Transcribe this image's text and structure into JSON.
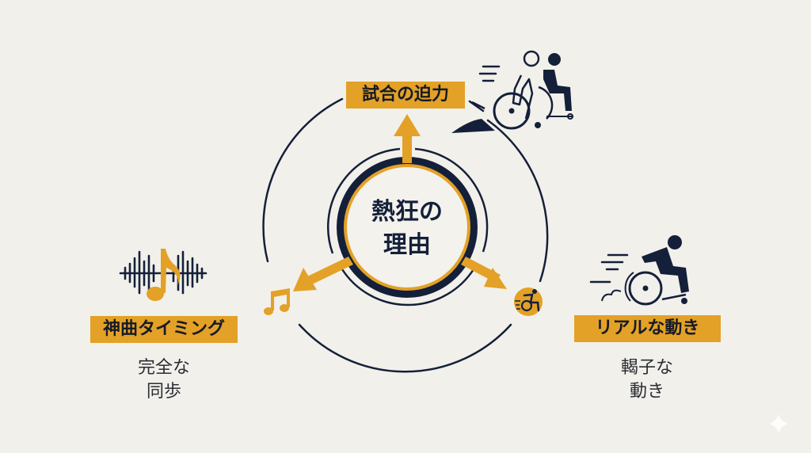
{
  "diagram": {
    "center": {
      "title": "熱狂の\n理由"
    },
    "top": {
      "label": "試合の迫力",
      "icon": "wheelchair-racers-icon"
    },
    "left": {
      "label": "神曲タイミング",
      "description": "完全な\n同歩",
      "icon": "music-waveform-icon",
      "node_icon": "music-note-icon"
    },
    "right": {
      "label": "リアルな動き",
      "description": "輵子な\n動き",
      "icon": "wheelchair-athlete-icon",
      "node_icon": "accessibility-wheelchair-icon"
    }
  },
  "colors": {
    "background": "#f2f0ea",
    "gold": "#e3a127",
    "navy": "#14203a",
    "text": "#161a24"
  }
}
